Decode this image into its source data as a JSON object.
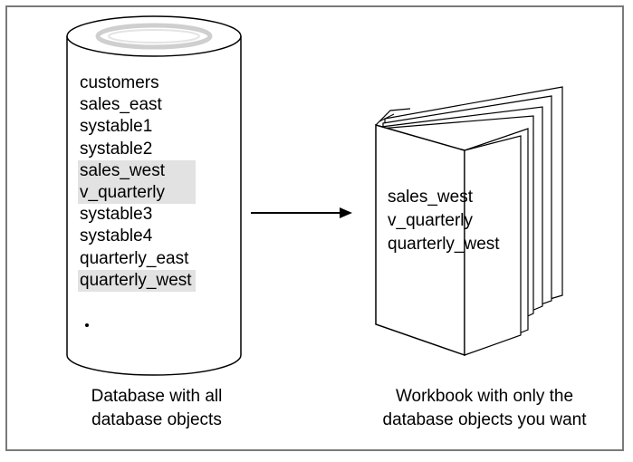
{
  "database": {
    "objects": [
      {
        "label": "customers",
        "highlighted": false
      },
      {
        "label": "sales_east",
        "highlighted": false
      },
      {
        "label": "systable1",
        "highlighted": false
      },
      {
        "label": "systable2",
        "highlighted": false
      },
      {
        "label": "sales_west",
        "highlighted": true
      },
      {
        "label": "v_quarterly",
        "highlighted": true
      },
      {
        "label": "systable3",
        "highlighted": false
      },
      {
        "label": "systable4",
        "highlighted": false
      },
      {
        "label": "quarterly_east",
        "highlighted": false
      },
      {
        "label": "quarterly_west",
        "highlighted": true
      }
    ],
    "caption_line1": "Database with all",
    "caption_line2": "database objects"
  },
  "workbook": {
    "objects": [
      "sales_west",
      "v_quarterly",
      "quarterly_west"
    ],
    "caption_line1": "Workbook with only the",
    "caption_line2": "database objects you want"
  },
  "colors": {
    "highlight": "#e2e2e2",
    "frame_border": "#7a7a7a",
    "cylinder_top_ring": "#cfcfcf"
  }
}
